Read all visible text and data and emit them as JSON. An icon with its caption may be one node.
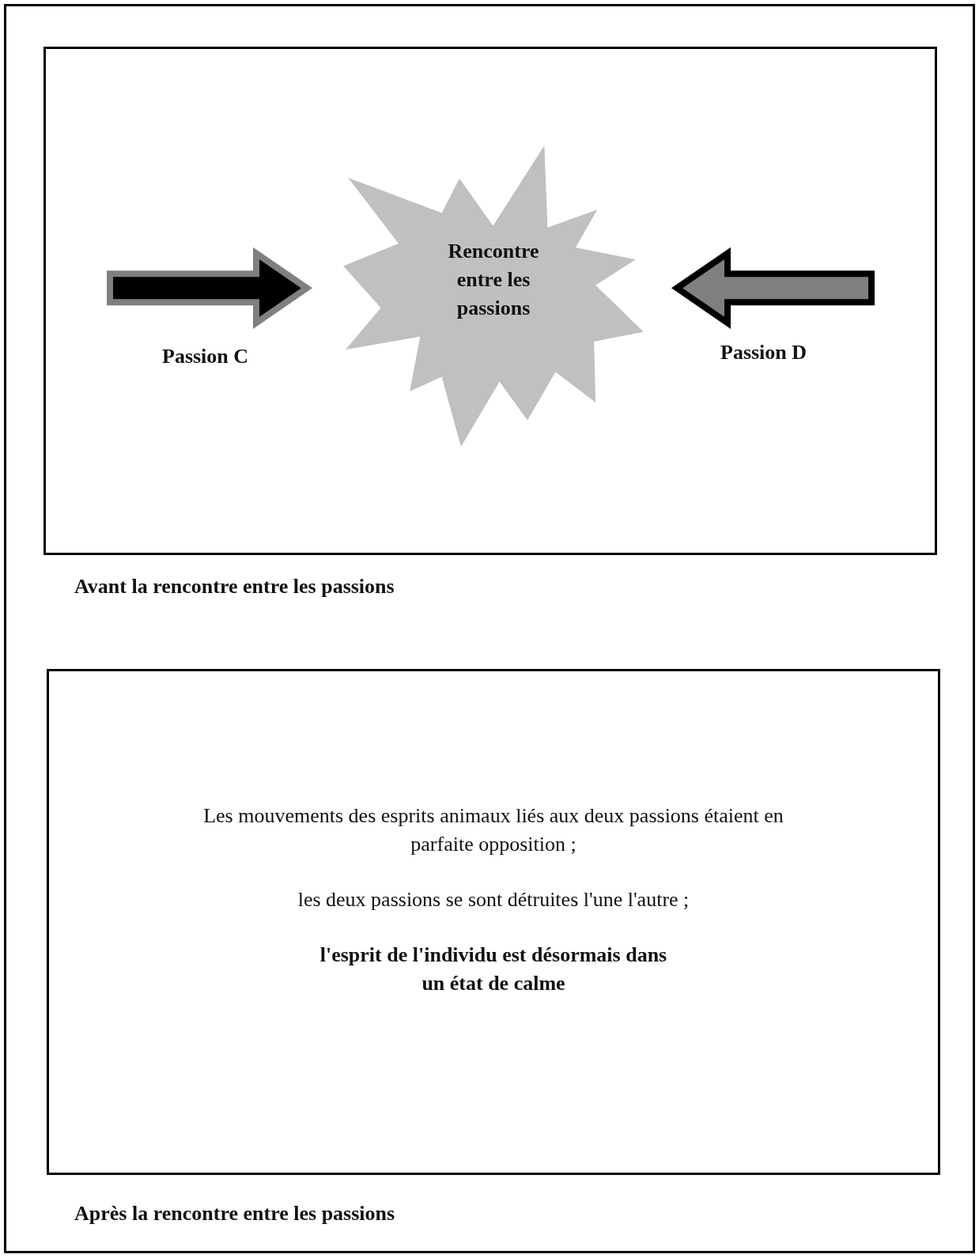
{
  "diagram": {
    "nodes": [
      {
        "text": [
          "Avant la rencontre entre les passions"
        ]
      },
      {
        "text": [
          "Rencontre entre les passions"
        ],
        "in": 0
      },
      {
        "text": [
          "Les mouvements des esprits animaux liés aux deux passions étaient en parfaite opposition ;",
          "les deux passions se sont détruites l'une l'autre ;",
          "l'esprit de l'individu est désormais dans un état de calme",
          "Après la rencontre entre les passions"
        ]
      }
    ],
    "edges": [
      {
        "from": null,
        "to": 1,
        "arrow": "to",
        "label": "Passion C"
      },
      {
        "from": null,
        "to": 1,
        "arrow": "to",
        "label": "Passion D",
        "color": "#808080"
      }
    ]
  }
}
